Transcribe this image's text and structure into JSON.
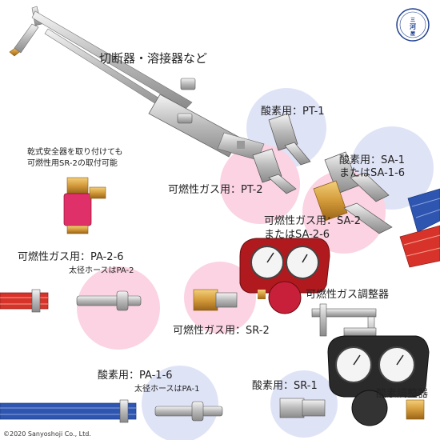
{
  "logo": {
    "line1": "三",
    "line2": "河",
    "line3": "屋",
    "name": "sanyoshoji-logo"
  },
  "labels": {
    "torch": "切断器・溶接器など",
    "pt1": "酸素用：PT-1",
    "dry_safety_1": "乾式安全器を取り付けても",
    "dry_safety_2": "可燃性用SR-2の取付可能",
    "pt2": "可燃性ガス用：PT-2",
    "sa1_1": "酸素用：SA-1",
    "sa1_2": "またはSA-1-6",
    "sa2_1": "可燃性ガス用：SA-2",
    "sa2_2": "またはSA-2-6",
    "pa26": "可燃性ガス用：PA-2-6",
    "pa2_note": "太径ホースはPA-2",
    "fuel_regulator": "可燃性ガス調整器",
    "sr2": "可燃性ガス用：SR-2",
    "pa16": "酸素用：PA-1-6",
    "pa1_note": "太径ホースはPA-1",
    "sr1": "酸素用：SR-1",
    "oxygen_regulator": "酸素調整器",
    "copyright": "©2020 Sanyoshoji Co., Ltd."
  },
  "colors": {
    "fuel_pink": "#fbd3e2",
    "oxygen_blue": "#dfe3f6",
    "hose_red": "#d8332a",
    "hose_blue": "#2e55b0",
    "regulator_red": "#b01a1e",
    "regulator_black": "#2a2a2a",
    "brass": "#d8a24a",
    "silver": "#cfcfcf"
  }
}
